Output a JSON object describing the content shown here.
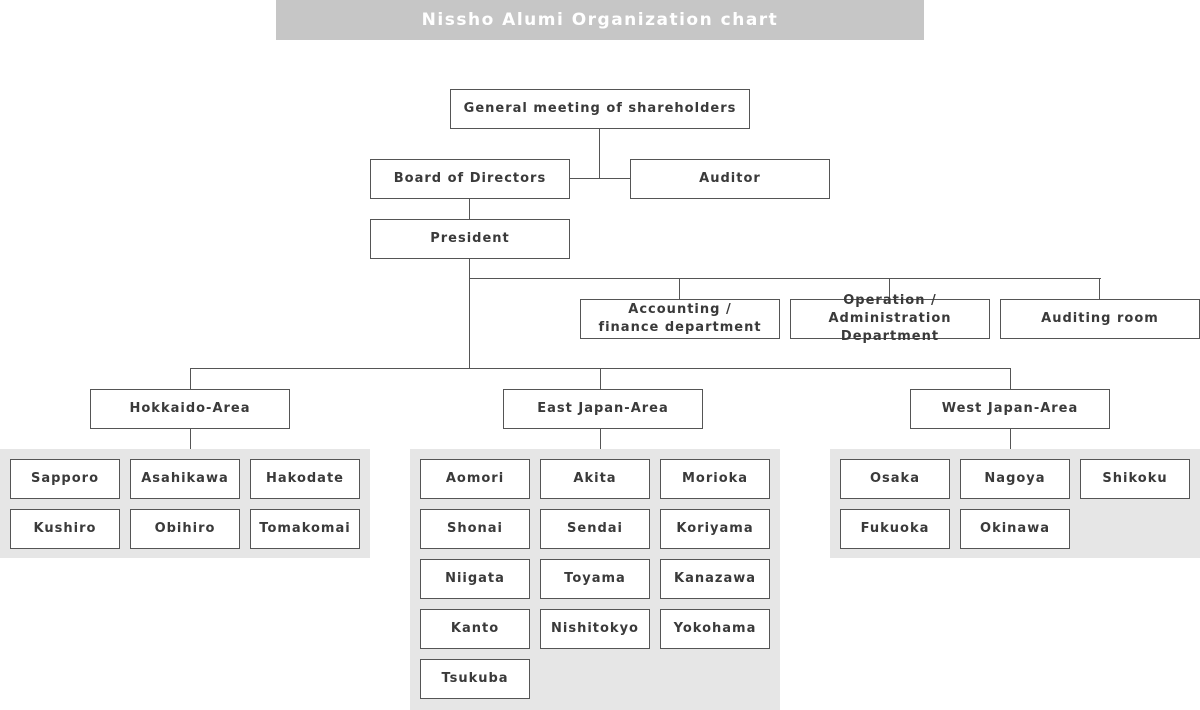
{
  "title": "Nissho Alumi Organization chart",
  "governance": {
    "shareholders": "General meeting of shareholders",
    "board": "Board of Directors",
    "auditor": "Auditor",
    "president": "President"
  },
  "departments": [
    {
      "line1": "Accounting /",
      "line2": "finance department"
    },
    {
      "line1": "Operation /",
      "line2": "Administration Department"
    },
    {
      "line1": "Auditing room",
      "line2": ""
    }
  ],
  "areas": {
    "hokkaido": {
      "name": "Hokkaido-Area",
      "branches": [
        "Sapporo",
        "Asahikawa",
        "Hakodate",
        "Kushiro",
        "Obihiro",
        "Tomakomai"
      ]
    },
    "east": {
      "name": "East Japan-Area",
      "branches": [
        "Aomori",
        "Akita",
        "Morioka",
        "Shonai",
        "Sendai",
        "Koriyama",
        "Niigata",
        "Toyama",
        "Kanazawa",
        "Kanto",
        "Nishitokyo",
        "Yokohama",
        "Tsukuba"
      ]
    },
    "west": {
      "name": "West Japan-Area",
      "branches": [
        "Osaka",
        "Nagoya",
        "Shikoku",
        "Fukuoka",
        "Okinawa"
      ]
    }
  },
  "colors": {
    "title_bg": "#c6c6c6",
    "panel_bg": "#e6e6e6",
    "border": "#555555",
    "text": "#3a3a3a"
  }
}
